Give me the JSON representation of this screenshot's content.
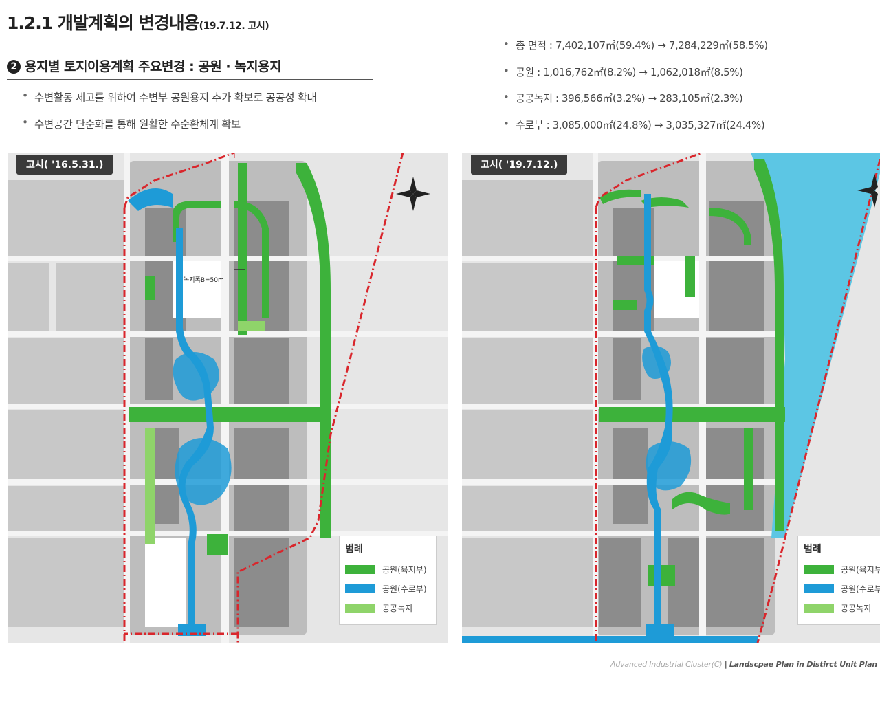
{
  "header": {
    "title": "1.2.1 개발계획의 변경내용",
    "title_note": "(19.7.12. 고시)",
    "subtitle_number": "2",
    "subtitle": "용지별 토지이용계획 주요변경 : 공원 · 녹지용지"
  },
  "left_bullets": [
    "수변활동 제고를 위하여 수변부 공원용지 추가 확보로 공공성 확대",
    "수변공간 단순화를 통해 원활한 수순환체계 확보"
  ],
  "right_bullets": [
    "총 면적 : 7,402,107㎡(59.4%) → 7,284,229㎡(58.5%)",
    "공원 : 1,016,762㎡(8.2%) → 1,062,018㎡(8.5%)",
    "공공녹지 : 396,566㎡(3.2%) → 283,105㎡(2.3%)",
    "수로부 : 3,085,000㎡(24.8%) → 3,035,327㎡(24.4%)"
  ],
  "maps": {
    "left": {
      "tag": "고시( '16.5.31.)",
      "annotation": "녹지폭B=50m"
    },
    "right": {
      "tag": "고시( '19.7.12.)"
    }
  },
  "legend": {
    "title": "범례",
    "items": [
      {
        "label": "공원(육지부)",
        "color": "#3db23b"
      },
      {
        "label": "공원(수로부)",
        "color": "#1e9bd7"
      },
      {
        "label": "공공녹지",
        "color": "#8fd46a"
      }
    ]
  },
  "colors": {
    "park_land": "#3db23b",
    "park_water": "#1e9bd7",
    "public_green": "#8fd46a",
    "lake": "#5cc6e4",
    "boundary": "#d9262c",
    "block": "#a9a9a9",
    "road": "#f4f4f4"
  },
  "footer": {
    "left": "Advanced Industrial Cluster(C)",
    "separator": "|",
    "right": "Landscpae Plan in Distirct Unit Plan"
  }
}
